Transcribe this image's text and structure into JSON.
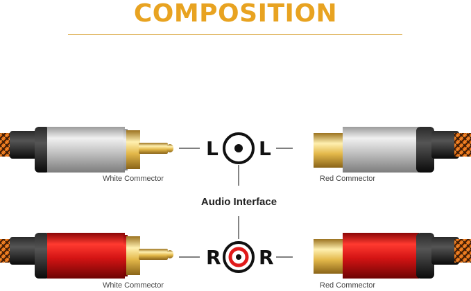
{
  "title": "COMPOSITION",
  "center_label": "Audio Interface",
  "top_row": {
    "left_channel": "L",
    "right_channel": "L",
    "male_caption": "White Commector",
    "female_caption": "Red Commector"
  },
  "bottom_row": {
    "left_channel": "R",
    "right_channel": "R",
    "male_caption": "White Commector",
    "female_caption": "Red Commector"
  },
  "colors": {
    "title": "#e8a321",
    "silver": "#c9c9c9",
    "red": "#d41414",
    "gold": "#e3b84a",
    "cable_orange": "#e46d14"
  }
}
